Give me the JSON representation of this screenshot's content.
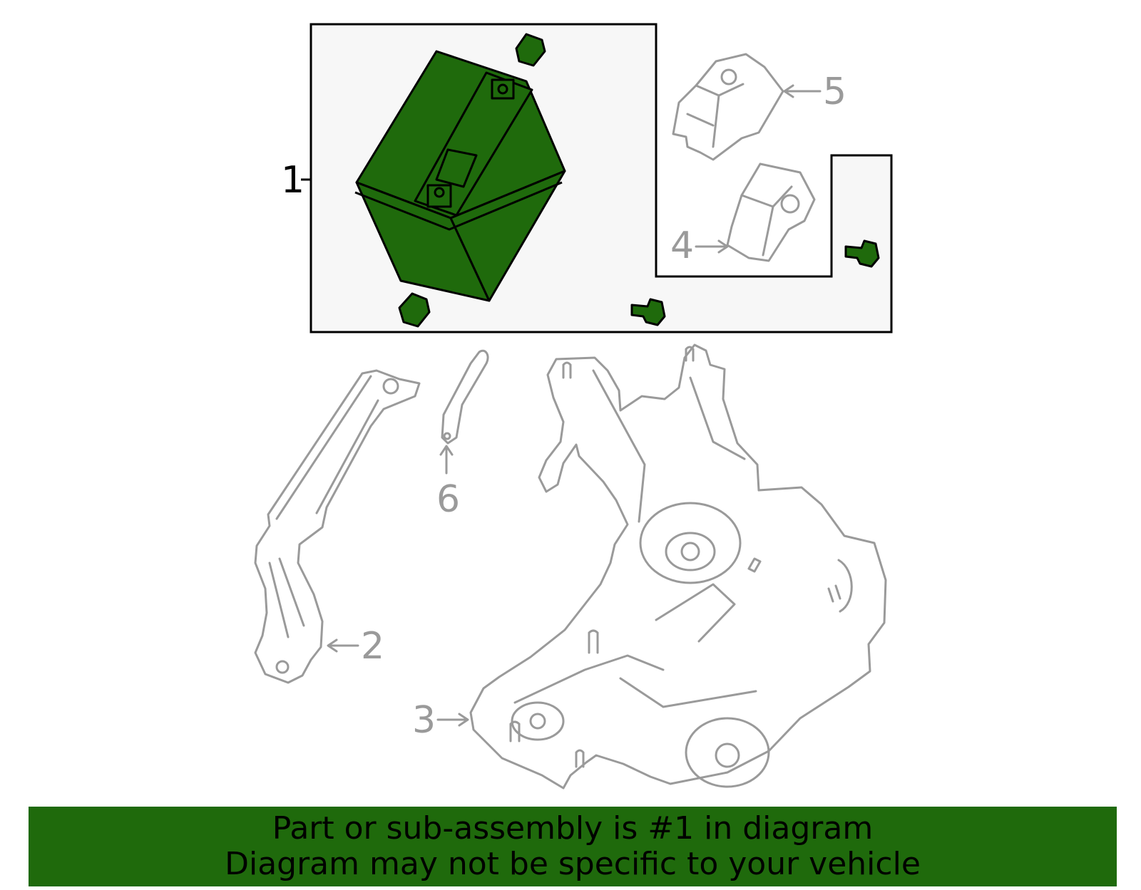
{
  "callouts": {
    "c1": "1",
    "c2": "2",
    "c3": "3",
    "c4": "4",
    "c5": "5",
    "c6": "6"
  },
  "banner": {
    "line1": "Part or sub-assembly is #1 in diagram",
    "line2": "Diagram may not be specific to your vehicle"
  },
  "colors": {
    "highlight": "#1f6a0c",
    "banner_bg": "#1f6a0c",
    "ghost_stroke": "#9a9a9a",
    "outline": "#000000"
  }
}
